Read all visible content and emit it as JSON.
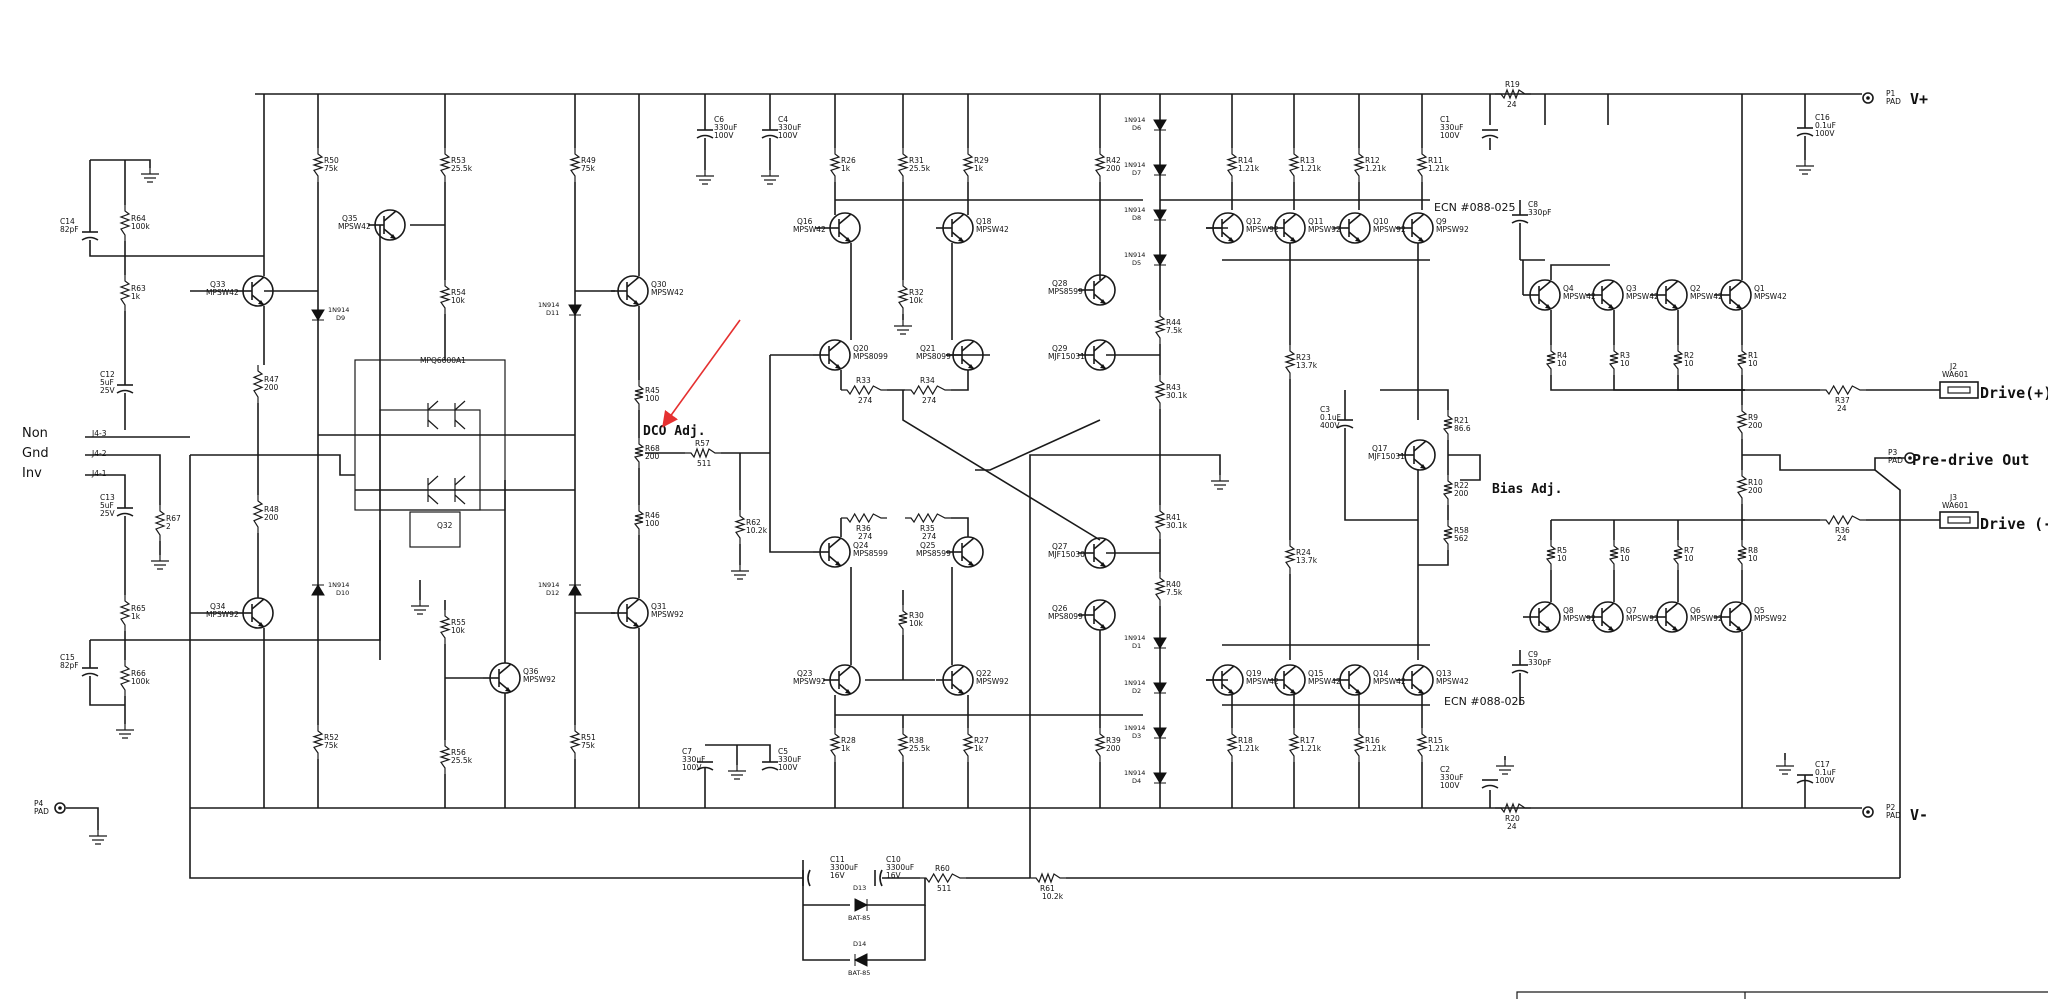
{
  "rails": {
    "vplus": {
      "pad": "P1",
      "pad_word": "PAD",
      "label": "V+"
    },
    "vminus": {
      "pad": "P2",
      "pad_word": "PAD",
      "label": "V-"
    },
    "predrive": {
      "pad": "P3",
      "pad_word": "PAD",
      "label": "Pre-drive Out"
    },
    "gnd_pad": {
      "pad": "P4",
      "pad_word": "PAD"
    }
  },
  "inputs": [
    {
      "label": "Non",
      "pin": "J4-3"
    },
    {
      "label": "Gnd",
      "pin": "J4-2"
    },
    {
      "label": "Inv",
      "pin": "J4-1"
    }
  ],
  "outputs": [
    {
      "conn": "J2",
      "part": "WA601",
      "label": "Drive(+)"
    },
    {
      "conn": "J3",
      "part": "WA601",
      "label": "Drive (-)"
    }
  ],
  "annotations": {
    "dco": "DCO Adj.",
    "bias": "Bias Adj.",
    "ecn_top": "ECN #088-025",
    "ecn_bottom": "ECN #088-025"
  },
  "resistors": [
    {
      "ref": "R64",
      "val": "100k"
    },
    {
      "ref": "R63",
      "val": "1k"
    },
    {
      "ref": "R65",
      "val": "1k"
    },
    {
      "ref": "R66",
      "val": "100k"
    },
    {
      "ref": "R67",
      "val": "2"
    },
    {
      "ref": "R47",
      "val": "200"
    },
    {
      "ref": "R48",
      "val": "200"
    },
    {
      "ref": "R50",
      "val": "75k"
    },
    {
      "ref": "R52",
      "val": "75k"
    },
    {
      "ref": "R53",
      "val": "25.5k"
    },
    {
      "ref": "R54",
      "val": "10k"
    },
    {
      "ref": "R55",
      "val": "10k"
    },
    {
      "ref": "R56",
      "val": "25.5k"
    },
    {
      "ref": "R49",
      "val": "75k"
    },
    {
      "ref": "R51",
      "val": "75k"
    },
    {
      "ref": "R45",
      "val": "100"
    },
    {
      "ref": "R68",
      "val": "200"
    },
    {
      "ref": "R46",
      "val": "100"
    },
    {
      "ref": "R57",
      "val": "511"
    },
    {
      "ref": "R62",
      "val": "10.2k"
    },
    {
      "ref": "R26",
      "val": "1k"
    },
    {
      "ref": "R31",
      "val": "25.5k"
    },
    {
      "ref": "R29",
      "val": "1k"
    },
    {
      "ref": "R32",
      "val": "10k"
    },
    {
      "ref": "R33",
      "val": "274"
    },
    {
      "ref": "R34",
      "val": "274"
    },
    {
      "ref": "R36",
      "val": "274"
    },
    {
      "ref": "R35",
      "val": "274"
    },
    {
      "ref": "R30",
      "val": "10k"
    },
    {
      "ref": "R28",
      "val": "1k"
    },
    {
      "ref": "R38",
      "val": "25.5k"
    },
    {
      "ref": "R27",
      "val": "1k"
    },
    {
      "ref": "R42",
      "val": "200"
    },
    {
      "ref": "R39",
      "val": "200"
    },
    {
      "ref": "R44",
      "val": "7.5k"
    },
    {
      "ref": "R43",
      "val": "30.1k"
    },
    {
      "ref": "R41",
      "val": "30.1k"
    },
    {
      "ref": "R40",
      "val": "7.5k"
    },
    {
      "ref": "R14",
      "val": "1.21k"
    },
    {
      "ref": "R13",
      "val": "1.21k"
    },
    {
      "ref": "R12",
      "val": "1.21k"
    },
    {
      "ref": "R11",
      "val": "1.21k"
    },
    {
      "ref": "R23",
      "val": "13.7k"
    },
    {
      "ref": "R24",
      "val": "13.7k"
    },
    {
      "ref": "R21",
      "val": "86.6"
    },
    {
      "ref": "R22",
      "val": "200"
    },
    {
      "ref": "R58",
      "val": "562"
    },
    {
      "ref": "R18",
      "val": "1.21k"
    },
    {
      "ref": "R17",
      "val": "1.21k"
    },
    {
      "ref": "R16",
      "val": "1.21k"
    },
    {
      "ref": "R15",
      "val": "1.21k"
    },
    {
      "ref": "R19",
      "val": "24"
    },
    {
      "ref": "R20",
      "val": "24"
    },
    {
      "ref": "R4",
      "val": "10"
    },
    {
      "ref": "R3",
      "val": "10"
    },
    {
      "ref": "R2",
      "val": "10"
    },
    {
      "ref": "R1",
      "val": "10"
    },
    {
      "ref": "R9",
      "val": "200"
    },
    {
      "ref": "R10",
      "val": "200"
    },
    {
      "ref": "R37",
      "val": "24"
    },
    {
      "ref": "R36",
      "val": "24"
    },
    {
      "ref": "R5",
      "val": "10"
    },
    {
      "ref": "R6",
      "val": "10"
    },
    {
      "ref": "R7",
      "val": "10"
    },
    {
      "ref": "R8",
      "val": "10"
    },
    {
      "ref": "R60",
      "val": "511"
    },
    {
      "ref": "R61",
      "val": "10.2k"
    }
  ],
  "capacitors": [
    {
      "ref": "C14",
      "val": "82pF"
    },
    {
      "ref": "C12",
      "val": "5uF",
      "v": "25V"
    },
    {
      "ref": "C13",
      "val": "5uF",
      "v": "25V"
    },
    {
      "ref": "C15",
      "val": "82pF"
    },
    {
      "ref": "C6",
      "val": "330uF",
      "v": "100V"
    },
    {
      "ref": "C4",
      "val": "330uF",
      "v": "100V"
    },
    {
      "ref": "C7",
      "val": "330uF",
      "v": "100V"
    },
    {
      "ref": "C5",
      "val": "330uF",
      "v": "100V"
    },
    {
      "ref": "C1",
      "val": "330uF",
      "v": "100V"
    },
    {
      "ref": "C2",
      "val": "330uF",
      "v": "100V"
    },
    {
      "ref": "C3",
      "val": "0.1uF",
      "v": "400V"
    },
    {
      "ref": "C8",
      "val": "330pF"
    },
    {
      "ref": "C9",
      "val": "330pF"
    },
    {
      "ref": "C16",
      "val": "0.1uF",
      "v": "100V"
    },
    {
      "ref": "C17",
      "val": "0.1uF",
      "v": "100V"
    },
    {
      "ref": "C11",
      "val": "3300uF",
      "v": "16V"
    },
    {
      "ref": "C10",
      "val": "3300uF",
      "v": "16V"
    }
  ],
  "transistors": [
    {
      "ref": "Q33",
      "part": "MPSW42"
    },
    {
      "ref": "Q34",
      "part": "MPSW92"
    },
    {
      "ref": "Q35",
      "part": "MPSW42"
    },
    {
      "ref": "Q36",
      "part": "MPSW92"
    },
    {
      "ref": "Q30",
      "part": "MPSW42"
    },
    {
      "ref": "Q31",
      "part": "MPSW92"
    },
    {
      "ref": "Q16",
      "part": "MPSW42"
    },
    {
      "ref": "Q18",
      "part": "MPSW42"
    },
    {
      "ref": "Q20",
      "part": "MPS8099"
    },
    {
      "ref": "Q21",
      "part": "MPS8099"
    },
    {
      "ref": "Q24",
      "part": "MPS8599"
    },
    {
      "ref": "Q25",
      "part": "MPS8599"
    },
    {
      "ref": "Q23",
      "part": "MPSW92"
    },
    {
      "ref": "Q22",
      "part": "MPSW92"
    },
    {
      "ref": "Q28",
      "part": "MPS8599"
    },
    {
      "ref": "Q29",
      "part": "MJF15031"
    },
    {
      "ref": "Q27",
      "part": "MJF15030"
    },
    {
      "ref": "Q26",
      "part": "MPS8099"
    },
    {
      "ref": "Q12",
      "part": "MPSW92"
    },
    {
      "ref": "Q11",
      "part": "MPSW92"
    },
    {
      "ref": "Q10",
      "part": "MPSW92"
    },
    {
      "ref": "Q9",
      "part": "MPSW92"
    },
    {
      "ref": "Q17",
      "part": "MJF15031"
    },
    {
      "ref": "Q19",
      "part": "MPSW42"
    },
    {
      "ref": "Q15",
      "part": "MPSW42"
    },
    {
      "ref": "Q14",
      "part": "MPSW42"
    },
    {
      "ref": "Q13",
      "part": "MPSW42"
    },
    {
      "ref": "Q4",
      "part": "MPSW42"
    },
    {
      "ref": "Q3",
      "part": "MPSW42"
    },
    {
      "ref": "Q2",
      "part": "MPSW42"
    },
    {
      "ref": "Q1",
      "part": "MPSW42"
    },
    {
      "ref": "Q8",
      "part": "MPSW92"
    },
    {
      "ref": "Q7",
      "part": "MPSW92"
    },
    {
      "ref": "Q6",
      "part": "MPSW92"
    },
    {
      "ref": "Q5",
      "part": "MPSW92"
    }
  ],
  "diodes": [
    {
      "ref": "D9",
      "part": "1N914"
    },
    {
      "ref": "D10",
      "part": "1N914"
    },
    {
      "ref": "D11",
      "part": "1N914"
    },
    {
      "ref": "D12",
      "part": "1N914"
    },
    {
      "ref": "D6",
      "part": "1N914"
    },
    {
      "ref": "D7",
      "part": "1N914"
    },
    {
      "ref": "D8",
      "part": "1N914"
    },
    {
      "ref": "D5",
      "part": "1N914"
    },
    {
      "ref": "D1",
      "part": "1N914"
    },
    {
      "ref": "D2",
      "part": "1N914"
    },
    {
      "ref": "D3",
      "part": "1N914"
    },
    {
      "ref": "D4",
      "part": "1N914"
    },
    {
      "ref": "D13",
      "part": "BAT-85"
    },
    {
      "ref": "D14",
      "part": "BAT-85"
    }
  ],
  "ic": {
    "ref": "Q32",
    "part": "MPQ6600A1"
  }
}
